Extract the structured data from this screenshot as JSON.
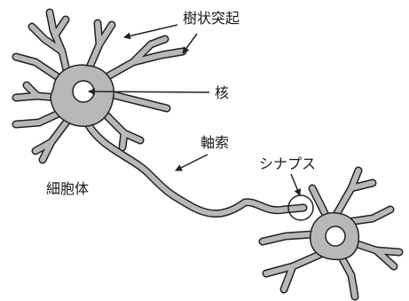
{
  "labels": {
    "dendrite": "樹状突起",
    "nucleus": "核",
    "axon": "軸索",
    "synapse": "シナプス",
    "cell_body": "細胞体"
  },
  "colors": {
    "cell_fill": "#b8b8b8",
    "outline": "#222222",
    "nucleus_fill": "#ffffff",
    "text": "#1a1a1a"
  }
}
